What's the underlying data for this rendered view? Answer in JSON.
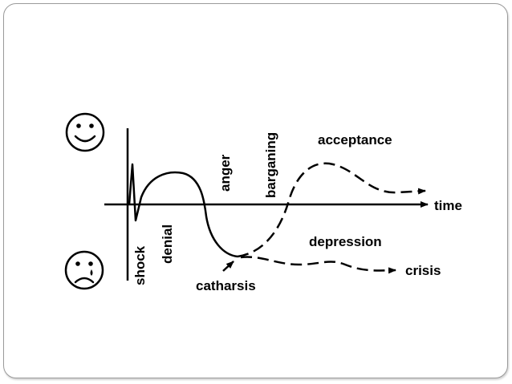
{
  "diagram": {
    "labels": {
      "shock": "shock",
      "denial": "denial",
      "anger": "anger",
      "barganing": "barganing",
      "acceptance": "acceptance",
      "time": "time",
      "depression": "depression",
      "catharsis": "catharsis",
      "crisis": "crisis"
    },
    "icons": {
      "top": "happy-face-icon",
      "bottom": "sad-face-icon"
    },
    "line_color": "#000000",
    "background": "#ffffff",
    "frame_color": "#9a9a9a"
  }
}
